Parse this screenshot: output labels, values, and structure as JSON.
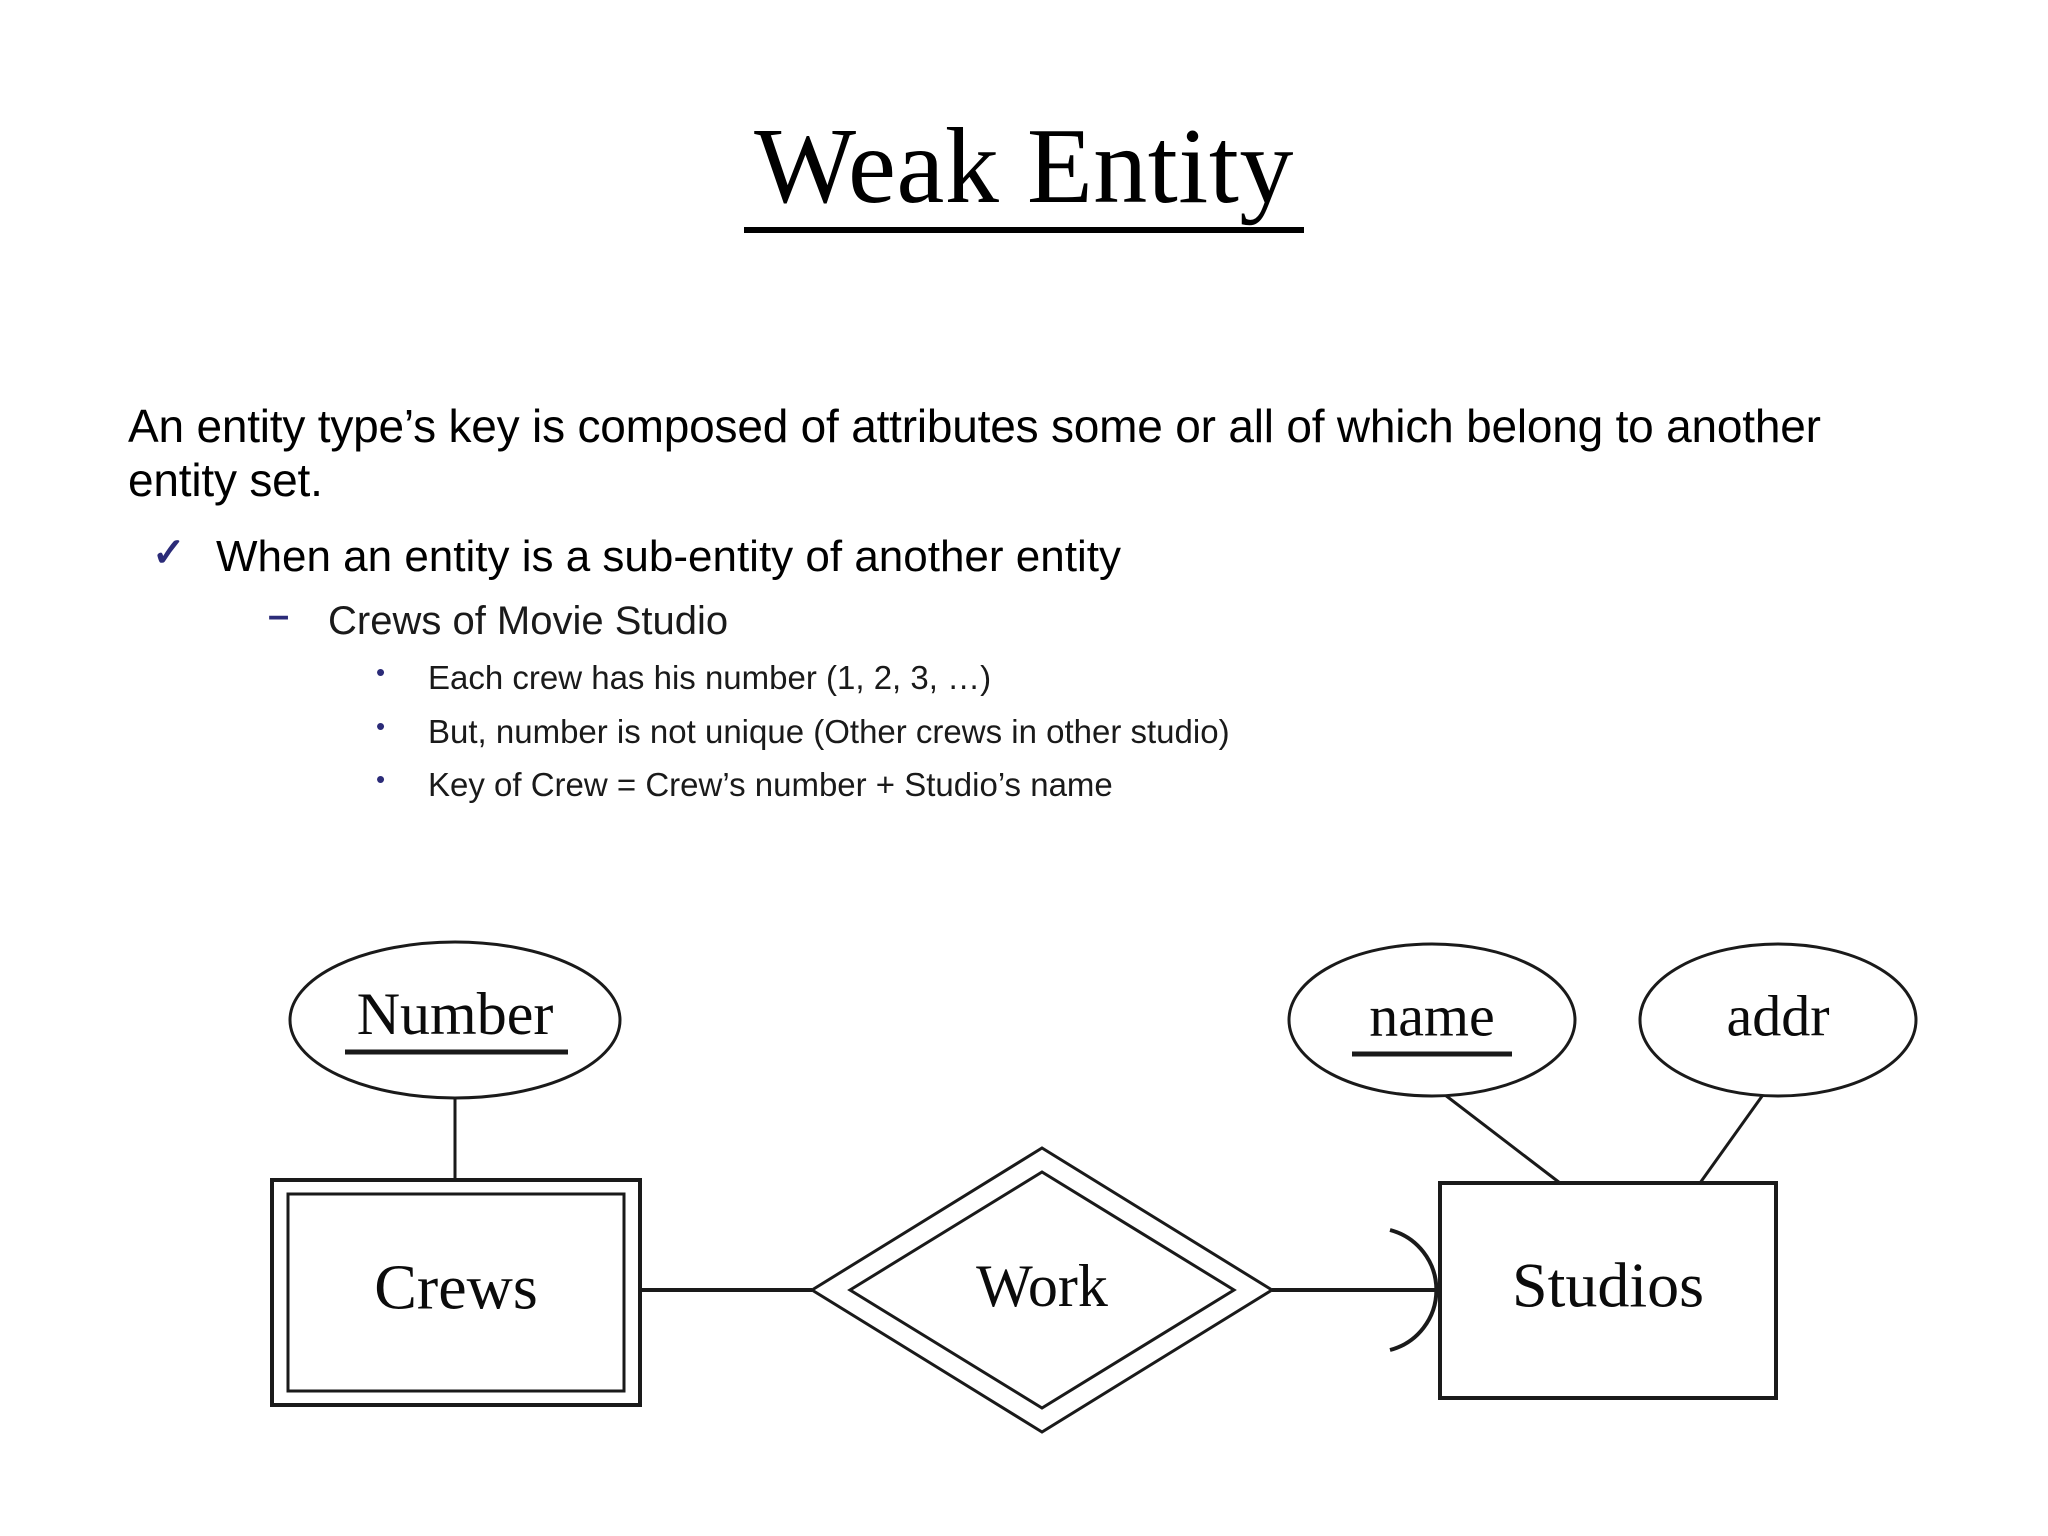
{
  "slide": {
    "title": "Weak Entity",
    "title_underlined": true
  },
  "content": {
    "intro": "An entity type’s key is composed of attributes some or all of which belong to another entity set.",
    "level1": {
      "marker": "check-mark",
      "marker_glyph": "✓",
      "marker_color": "#2b2b78",
      "text": "When an entity is a sub-entity of another entity"
    },
    "level2": {
      "marker": "en-dash",
      "marker_glyph": "–",
      "marker_color": "#2b2b78",
      "text": "Crews of Movie Studio"
    },
    "level3": {
      "marker": "round-bullet",
      "marker_glyph": "•",
      "marker_color": "#2b2b78",
      "items": [
        "Each crew has his number (1, 2, 3, …)",
        "But, number is not unique (Other crews in other studio)",
        "Key of Crew = Crew’s number + Studio’s name"
      ]
    }
  },
  "diagram": {
    "type": "entity-relationship",
    "stroke_color": "#1a1a1a",
    "fill_color": "#ffffff",
    "entities": [
      {
        "id": "crews",
        "label": "Crews",
        "shape": "double-rectangle",
        "weak": true
      },
      {
        "id": "studios",
        "label": "Studios",
        "shape": "rectangle",
        "weak": false
      }
    ],
    "relationships": [
      {
        "id": "work",
        "label": "Work",
        "shape": "double-diamond",
        "identifying": true,
        "from": "crews",
        "to": "studios",
        "to_cardinality": "exactly-one-rounded-arrow"
      }
    ],
    "attributes": [
      {
        "id": "number",
        "label": "Number",
        "shape": "ellipse",
        "key": true,
        "underlined": true,
        "owner": "crews"
      },
      {
        "id": "name",
        "label": "name",
        "shape": "ellipse",
        "key": true,
        "underlined": true,
        "owner": "studios"
      },
      {
        "id": "addr",
        "label": "addr",
        "shape": "ellipse",
        "key": false,
        "underlined": false,
        "owner": "studios"
      }
    ]
  }
}
